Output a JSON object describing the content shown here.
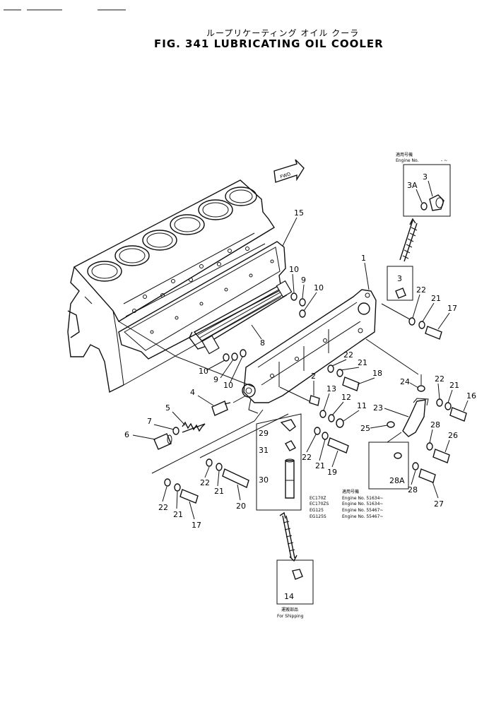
{
  "title": {
    "japanese": "ループリケーティング オイル クーラ",
    "english": "FIG. 341  LUBRICATING OIL COOLER"
  },
  "inset_top": {
    "header_jp": "適用号機",
    "header_en": "Engine No.",
    "header_range": "- ~",
    "part_labels": [
      "3",
      "3A"
    ]
  },
  "inset_28a": {
    "part_label": "28A",
    "applicability_header_jp": "適用号機",
    "rows": [
      {
        "model": "EC170Z",
        "engine": "Engine No. 51634~"
      },
      {
        "model": "EC170ZS",
        "engine": "Engine No. 51634~"
      },
      {
        "model": "EG125",
        "engine": "Engine No. 55467~"
      },
      {
        "model": "EG125S",
        "engine": "Engine No. 55467~"
      }
    ]
  },
  "inset_shipping": {
    "part_label": "14",
    "caption_jp": "運搬部品",
    "caption_en": "For Shipping"
  },
  "inset_29": {
    "part_labels": [
      "29",
      "31",
      "30"
    ]
  },
  "fwd_label": "FWD",
  "callouts": [
    "15",
    "1",
    "3",
    "22",
    "21",
    "17",
    "10",
    "9",
    "10",
    "8",
    "10",
    "9",
    "10",
    "22",
    "21",
    "18",
    "2",
    "13",
    "12",
    "11",
    "24",
    "22",
    "21",
    "16",
    "23",
    "25",
    "28",
    "26",
    "4",
    "5",
    "7",
    "6",
    "22",
    "21",
    "19",
    "22",
    "21",
    "20",
    "22",
    "21",
    "17",
    "28",
    "27"
  ]
}
